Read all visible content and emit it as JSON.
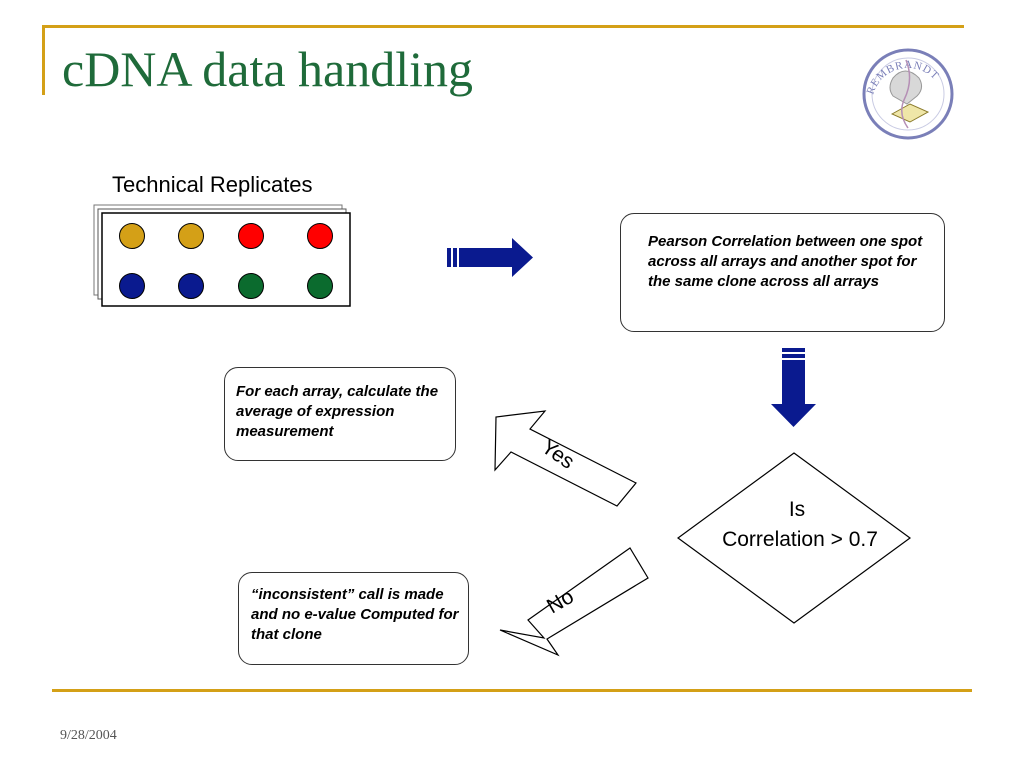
{
  "slide": {
    "title": "cDNA data handling",
    "footer_date": "9/28/2004",
    "logo_text": "REMBRANDT"
  },
  "diagram": {
    "section_label": "Technical Replicates",
    "spot_colors": {
      "row1": [
        "#d4a017",
        "#d4a017",
        "#ff0000",
        "#ff0000"
      ],
      "row2": [
        "#0a1a8f",
        "#0a1a8f",
        "#0b6b2e",
        "#0b6b2e"
      ]
    },
    "pearson_box": "Pearson Correlation between one spot across all arrays and another spot for the same clone across all arrays",
    "decision": {
      "line1": "Is",
      "line2": "Correlation > 0.7"
    },
    "yes_label": "Yes",
    "no_label": "No",
    "average_box": "For each array, calculate the average of expression measurement",
    "inconsistent_box": "“inconsistent” call is made and no e-value Computed for that clone",
    "colors": {
      "title_green": "#1f6b3a",
      "rule_gold": "#d4a017",
      "arrow_navy": "#0a1a8f"
    }
  }
}
